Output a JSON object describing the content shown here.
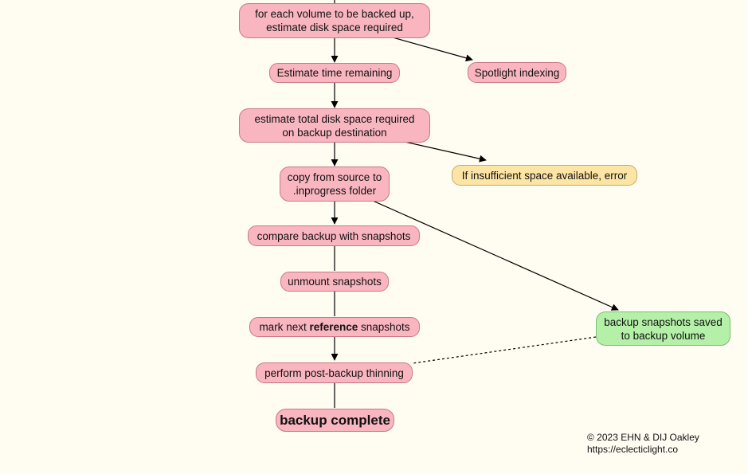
{
  "nodes": {
    "estimate_volumes": {
      "line1": "for each volume to be backed up,",
      "line2": "estimate disk space required"
    },
    "estimate_time": "Estimate time remaining",
    "spotlight": "Spotlight indexing",
    "estimate_total": {
      "line1": "estimate total disk space required",
      "line2": "on backup destination"
    },
    "copy_source": {
      "line1": "copy from source to",
      "line2": ".inprogress folder"
    },
    "insufficient_space": "If insufficient space available, error",
    "compare_backup": "compare backup with snapshots",
    "unmount": "unmount snapshots",
    "mark_next": {
      "pre": "mark next ",
      "bold": "reference",
      "post": " snapshots"
    },
    "post_thinning": "perform post-backup thinning",
    "backup_complete": "backup complete",
    "snapshots_saved": {
      "line1": "backup snapshots saved",
      "line2": "to backup volume"
    }
  },
  "credit": {
    "line1": "© 2023 EHN & DIJ Oakley",
    "line2": "https://eclecticlight.co"
  },
  "colors": {
    "background": "#fffcf2",
    "step": "#f9b6c0",
    "warning": "#fde5a6",
    "success": "#b4f0a8",
    "edge": "#000000"
  }
}
